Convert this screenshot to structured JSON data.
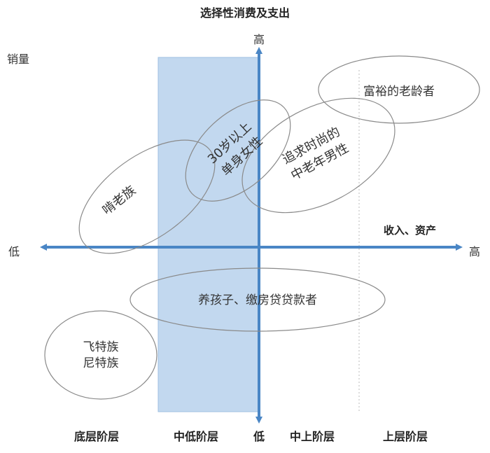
{
  "title": "选择性消费及支出",
  "y_axis": {
    "label": "销量",
    "high": "高",
    "low": "低"
  },
  "x_axis": {
    "label": "收入、资产",
    "low": "低",
    "high": "高"
  },
  "ellipses": [
    {
      "label": "富裕的老龄者"
    },
    {
      "label_lines": [
        "30岁以上",
        "单身女性"
      ]
    },
    {
      "label_lines": [
        "追求时尚的",
        "中老年男性"
      ]
    },
    {
      "label": "啃老族"
    },
    {
      "label": "养孩子、缴房贷贷款者"
    },
    {
      "label_lines": [
        "飞特族",
        "尼特族"
      ]
    }
  ],
  "strata": [
    "底层阶层",
    "中低阶层",
    "中上阶层",
    "上层阶层"
  ],
  "colors": {
    "axis": "#4a86c5",
    "band": "#c2d8ef",
    "ellipse": "#8a8a8a",
    "text": "#333333"
  }
}
